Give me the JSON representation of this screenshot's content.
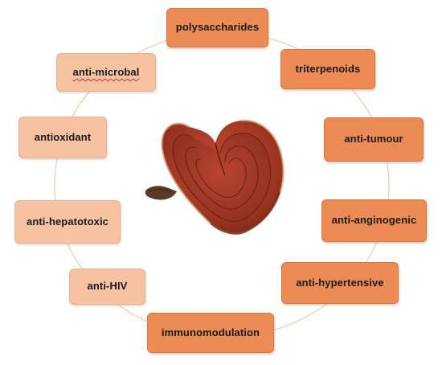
{
  "colors": {
    "dark_box": "#ec8b53",
    "light_box": "#f6c3a2",
    "ring": "#f2c9ad",
    "mushroom": "#a83a26"
  },
  "center_image": "reishi-mushroom",
  "boxes": {
    "polysaccharides": "polysaccharides",
    "triterpenoids": "triterpenoids",
    "anti_tumour": "anti-tumour",
    "anti_anginogenic": "anti-anginogenic",
    "anti_hypertensive": "anti-hypertensive",
    "immunomodulation": "immunomodulation",
    "anti_hiv": "anti-HIV",
    "anti_hepatotoxic": "anti-hepatotoxic",
    "antioxidant": "antioxidant",
    "anti_microbal": "anti-microbal"
  }
}
